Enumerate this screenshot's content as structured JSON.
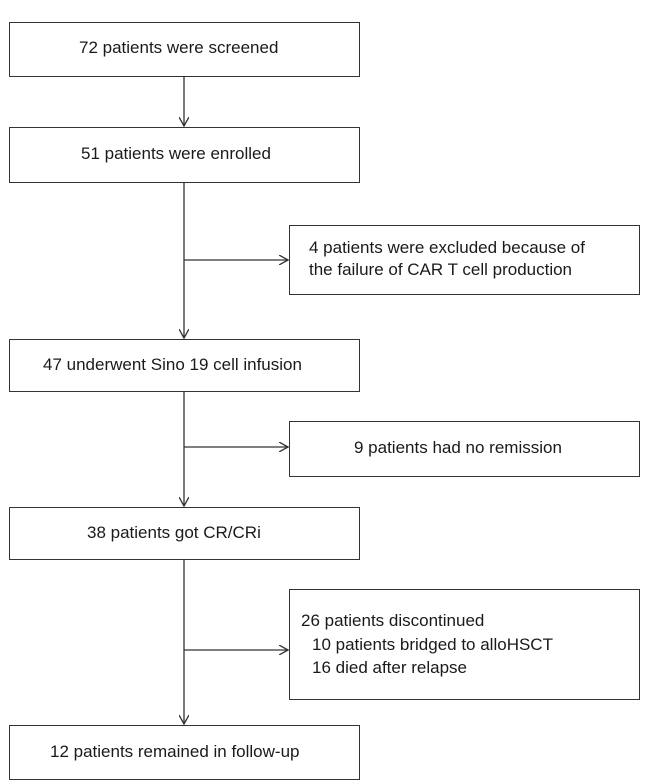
{
  "flowchart": {
    "screened": "72 patients were screened",
    "enrolled": "51 patients were enrolled",
    "excluded": {
      "line1": "4 patients were excluded because of",
      "line2": "the failure of CAR T cell production"
    },
    "infusion": "47 underwent Sino 19 cell infusion",
    "no_remission": "9 patients had no remission",
    "cr": "38 patients got CR/CRi",
    "discontinued": {
      "line1": "26 patients discontinued",
      "line2": "10 patients bridged to alloHSCT",
      "line3": "16 died after relapse"
    },
    "followup": "12 patients remained in follow-up"
  }
}
